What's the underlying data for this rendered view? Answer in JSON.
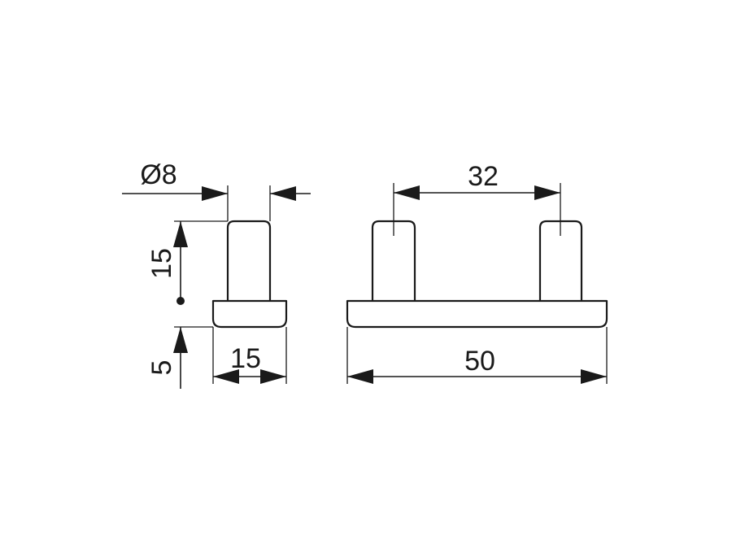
{
  "dimensions": {
    "pin_diameter": "Ø8",
    "pin_height": "15",
    "base_thickness": "5",
    "side_base_width": "15",
    "pin_spacing": "32",
    "overall_length": "50"
  },
  "colors": {
    "line": "#1a1a1a",
    "background": "#ffffff"
  }
}
